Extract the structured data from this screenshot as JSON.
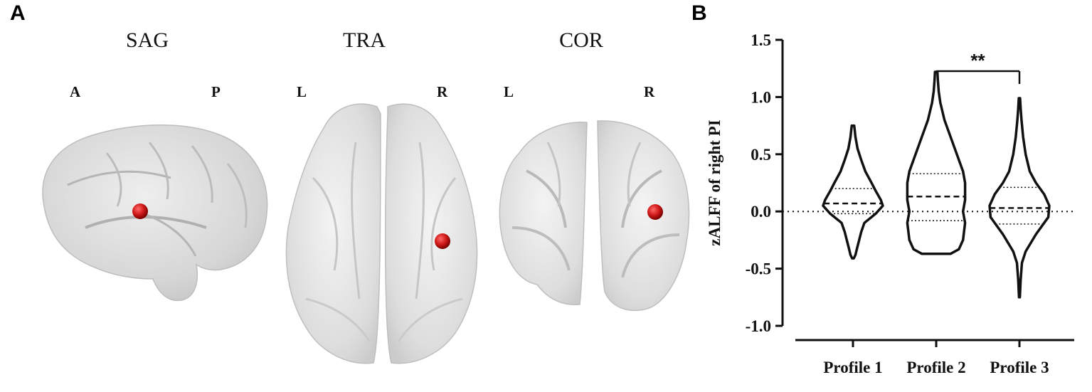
{
  "panels": {
    "a_label": "A",
    "b_label": "B"
  },
  "brain_views": [
    {
      "title": "SAG",
      "left_label": "A",
      "right_label": "P"
    },
    {
      "title": "TRA",
      "left_label": "L",
      "right_label": "R"
    },
    {
      "title": "COR",
      "left_label": "L",
      "right_label": "R"
    }
  ],
  "colors": {
    "brain_fill": "#d9d9d9",
    "brain_stroke": "#b8b8b8",
    "roi": "#d11a1a",
    "ink": "#111111"
  },
  "chart_data": {
    "type": "violin",
    "ylabel": "zALFF of right PI",
    "xlabel": "",
    "categories": [
      "Profile 1",
      "Profile 2",
      "Profile 3"
    ],
    "ylim": [
      -1.0,
      1.5
    ],
    "yticks": [
      -1.0,
      -0.5,
      0.0,
      0.5,
      1.0,
      1.5
    ],
    "ytick_labels": [
      "-1.0",
      "-0.5",
      "0.0",
      "0.5",
      "1.0",
      "1.5"
    ],
    "reference_line": 0.0,
    "violins": [
      {
        "name": "Profile 1",
        "median": 0.07,
        "q1": -0.02,
        "q3": 0.2,
        "min": -0.41,
        "max": 0.75,
        "profile": [
          [
            -0.41,
            0.004
          ],
          [
            -0.38,
            0.012
          ],
          [
            -0.32,
            0.02
          ],
          [
            -0.25,
            0.03
          ],
          [
            -0.18,
            0.04
          ],
          [
            -0.1,
            0.055
          ],
          [
            -0.02,
            0.11
          ],
          [
            0.05,
            0.145
          ],
          [
            0.1,
            0.135
          ],
          [
            0.18,
            0.11
          ],
          [
            0.25,
            0.09
          ],
          [
            0.35,
            0.06
          ],
          [
            0.45,
            0.04
          ],
          [
            0.55,
            0.022
          ],
          [
            0.65,
            0.012
          ],
          [
            0.72,
            0.008
          ],
          [
            0.75,
            0.006
          ]
        ]
      },
      {
        "name": "Profile 2",
        "median": 0.13,
        "q1": -0.08,
        "q3": 0.33,
        "min": -0.37,
        "max": 1.22,
        "profile": [
          [
            -0.37,
            0.07
          ],
          [
            -0.33,
            0.11
          ],
          [
            -0.25,
            0.13
          ],
          [
            -0.1,
            0.14
          ],
          [
            0.0,
            0.13
          ],
          [
            0.1,
            0.14
          ],
          [
            0.25,
            0.14
          ],
          [
            0.35,
            0.13
          ],
          [
            0.5,
            0.1
          ],
          [
            0.65,
            0.07
          ],
          [
            0.8,
            0.04
          ],
          [
            0.95,
            0.02
          ],
          [
            1.05,
            0.012
          ],
          [
            1.15,
            0.008
          ],
          [
            1.22,
            0.006
          ]
        ]
      },
      {
        "name": "Profile 3",
        "median": 0.03,
        "q1": -0.11,
        "q3": 0.21,
        "min": -0.75,
        "max": 0.99,
        "profile": [
          [
            -0.75,
            0.002
          ],
          [
            -0.6,
            0.006
          ],
          [
            -0.45,
            0.012
          ],
          [
            -0.35,
            0.03
          ],
          [
            -0.2,
            0.08
          ],
          [
            -0.05,
            0.14
          ],
          [
            0.05,
            0.145
          ],
          [
            0.15,
            0.12
          ],
          [
            0.25,
            0.08
          ],
          [
            0.35,
            0.05
          ],
          [
            0.5,
            0.03
          ],
          [
            0.65,
            0.018
          ],
          [
            0.8,
            0.01
          ],
          [
            0.9,
            0.006
          ],
          [
            0.99,
            0.003
          ]
        ]
      }
    ],
    "significance": {
      "from": "Profile 2",
      "to": "Profile 3",
      "y": 1.22,
      "label": "**"
    }
  }
}
